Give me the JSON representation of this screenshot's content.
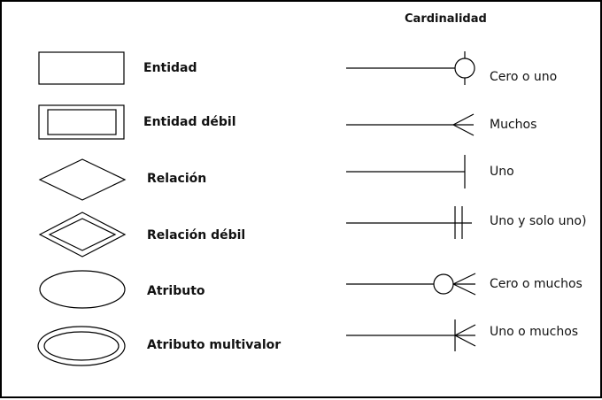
{
  "header": {
    "title": "Cardinalidad"
  },
  "symbols": {
    "entity": "Entidad",
    "weak_entity": "Entidad débil",
    "relation": "Relación",
    "weak_relation": "Relación débil",
    "attribute": "Atributo",
    "multivalued_attribute": "Atributo multivalor"
  },
  "cardinality": {
    "zero_or_one": "Cero o uno",
    "many": "Muchos",
    "one": "Uno",
    "one_and_only_one": "Uno y solo uno)",
    "zero_or_many": "Cero o muchos",
    "one_or_many": "Uno o muchos"
  }
}
